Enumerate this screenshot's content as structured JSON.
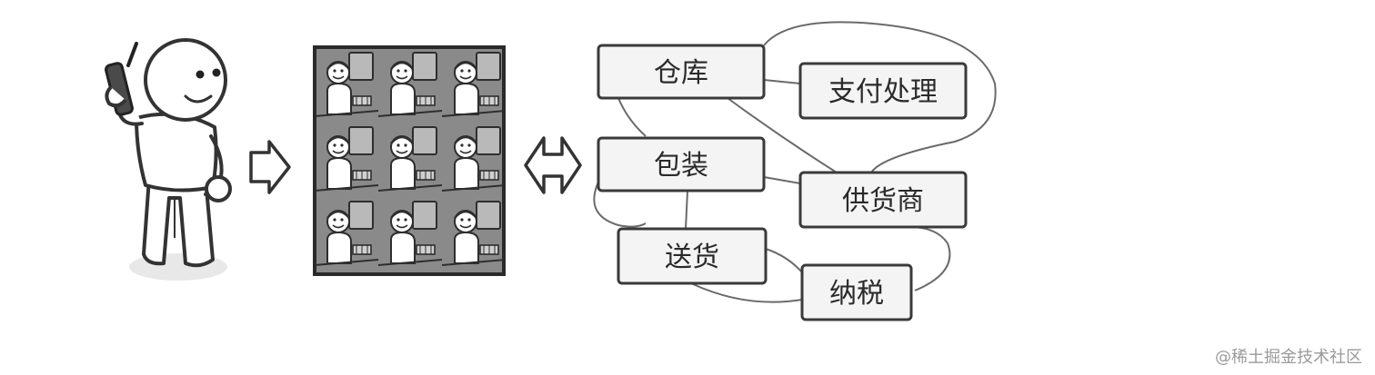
{
  "boxes": {
    "warehouse": "仓库",
    "payment": "支付处理",
    "packaging": "包装",
    "supplier": "供货商",
    "delivery": "送货",
    "tax": "纳税"
  },
  "colors": {
    "stroke": "#3a3a3a",
    "box_fill": "#f4f4f4",
    "figure_fill": "#ffffff",
    "crowd_bg": "#7c7c7c",
    "shadow": "#e6e6e6"
  },
  "watermark": "@稀土掘金技术社区"
}
